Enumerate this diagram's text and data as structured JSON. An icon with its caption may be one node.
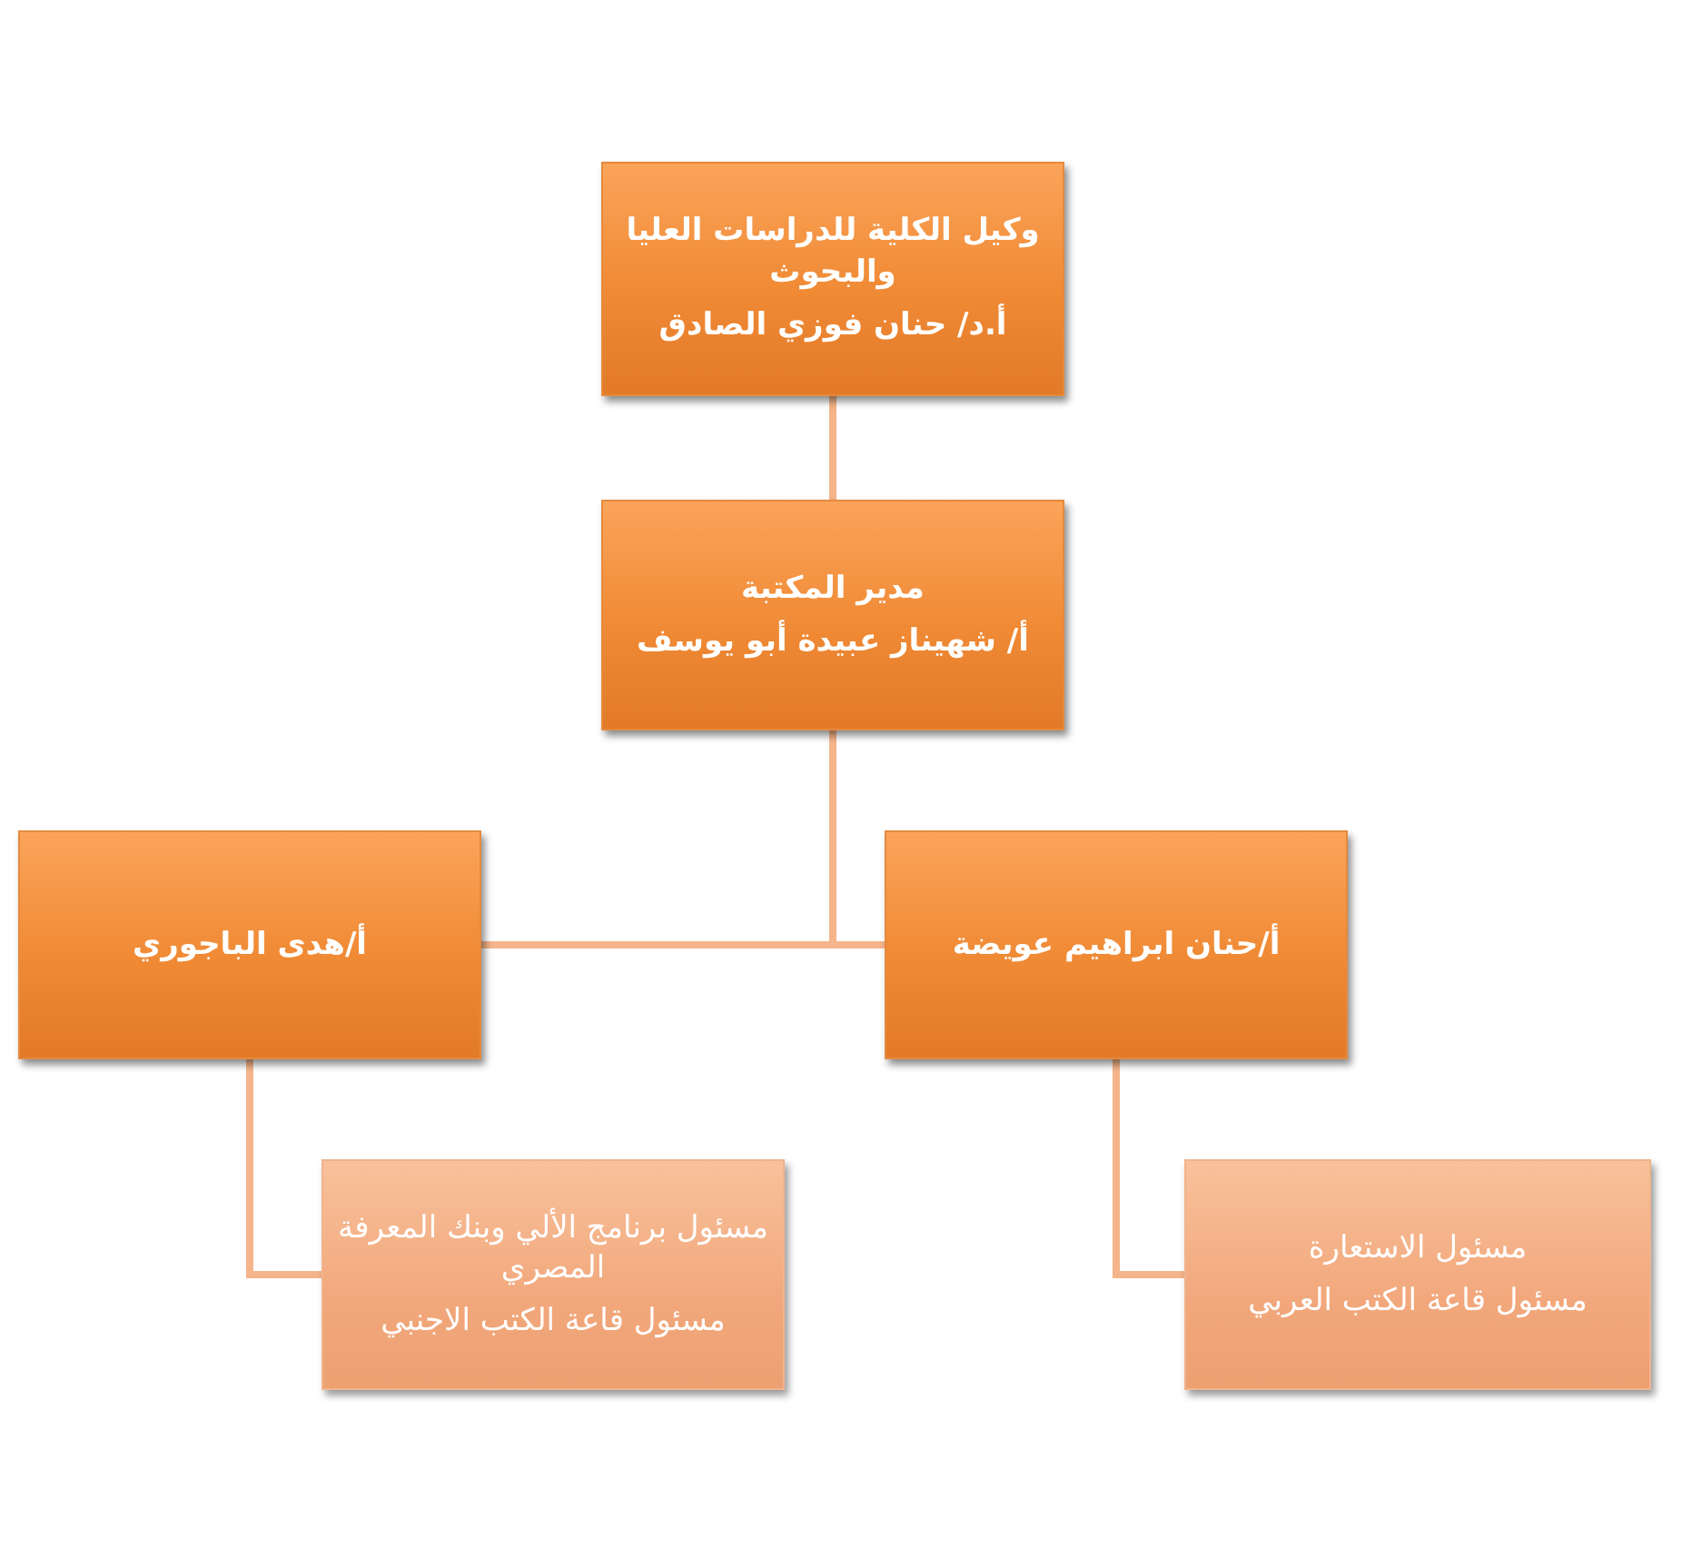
{
  "diagram": {
    "nodes": [
      {
        "text": [
          "وكيل الكلية للدراسات العليا والبحوث",
          "أ.د/ حنان فوزي الصادق"
        ]
      },
      {
        "text": [
          "مدير المكتبة",
          "أ/ شهيناز عبيدة أبو يوسف"
        ]
      },
      {
        "text": [
          "أ/هدى الباجوري"
        ]
      },
      {
        "text": [
          "أ/حنان ابراهيم عويضة"
        ]
      },
      {
        "text": [
          "مسئول برنامج الألي وبنك المعرفة المصري",
          "مسئول قاعة الكتب الاجنبي"
        ]
      },
      {
        "text": [
          "مسئول الاستعارة",
          "مسئول قاعة الكتب العربي"
        ]
      }
    ],
    "edges": [
      {
        "from": 0,
        "to": 1,
        "arrow": "none"
      },
      {
        "from": 1,
        "to": 2,
        "arrow": "none"
      },
      {
        "from": 1,
        "to": 3,
        "arrow": "none"
      },
      {
        "from": 2,
        "to": 4,
        "arrow": "none"
      },
      {
        "from": 3,
        "to": 5,
        "arrow": "none"
      }
    ]
  }
}
